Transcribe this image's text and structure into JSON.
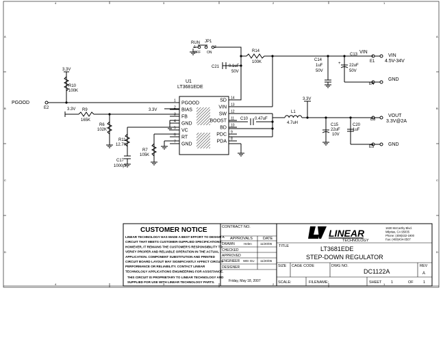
{
  "frame": {
    "top_ticks": [
      "4",
      "3",
      "2",
      "1"
    ],
    "bottom_ticks": [
      "4",
      "3",
      "2",
      "1"
    ],
    "left_marks": [
      "A",
      "B",
      "C",
      "D"
    ],
    "right_marks": [
      "A",
      "B",
      "C",
      "D"
    ]
  },
  "ic": {
    "ref": "U1",
    "part": "LT3681EDE",
    "left_pins": [
      {
        "num": "1",
        "name": "PGOOD"
      },
      {
        "num": "2",
        "name": "BIAS"
      },
      {
        "num": "3",
        "name": "FB"
      },
      {
        "num": "4",
        "name": "GND"
      },
      {
        "num": "5",
        "name": "VC"
      },
      {
        "num": "6",
        "name": "RT"
      },
      {
        "num": "7",
        "name": "GND"
      }
    ],
    "right_pins": [
      {
        "num": "14",
        "name": "SD"
      },
      {
        "num": "13",
        "name": "VIN"
      },
      {
        "num": "12",
        "name": "SW"
      },
      {
        "num": "11",
        "name": "BOOST"
      },
      {
        "num": "10",
        "name": "BD"
      },
      {
        "num": "9",
        "name": "PDC"
      },
      {
        "num": "8",
        "name": "PDA"
      }
    ]
  },
  "jumper": {
    "ref": "JP1",
    "net": "RUN",
    "pin1": "1",
    "pin3": "3",
    "off": "OFF",
    "on": "ON"
  },
  "components": {
    "r14": {
      "ref": "R14",
      "value": "100K"
    },
    "c21": {
      "ref": "C21",
      "value": "0.1uF",
      "voltage": "50V"
    },
    "c14": {
      "ref": "C14",
      "value": "1uF",
      "voltage": "50V"
    },
    "c13": {
      "ref": "C13",
      "value": "22uF",
      "voltage": "50V",
      "polarity": "+"
    },
    "r10": {
      "ref": "R10",
      "value": "100K"
    },
    "r9": {
      "ref": "R9",
      "value": "165K"
    },
    "r6": {
      "ref": "R6",
      "value": "102K"
    },
    "r11": {
      "ref": "R11",
      "value": "12.7K"
    },
    "r7": {
      "ref": "R7",
      "value": "105K"
    },
    "c17": {
      "ref": "C17",
      "value": "1000pF"
    },
    "c10": {
      "ref": "C10",
      "value": "0.47uF"
    },
    "l1": {
      "ref": "L1",
      "value": "4.7uH"
    },
    "c15": {
      "ref": "C15",
      "value": "22uF",
      "voltage": "10V"
    },
    "c20": {
      "ref": "C20",
      "value": "1uF"
    }
  },
  "nets": {
    "v33_r10": "3.3V",
    "v33_r9": "3.3V",
    "v33_bias": "3.3V",
    "v33_out": "3.3V",
    "pgood": "PGOOD",
    "e2": "E2"
  },
  "terminals": {
    "vin_net": "VIN",
    "vin_e1": "E1",
    "vin_label": "VIN",
    "vin_range": "4.5V-34V",
    "gnd_e4": "E4",
    "gnd1": "GND",
    "vout_e3": "E3",
    "vout_label": "VOUT",
    "vout_value": "3.3V@2A",
    "gnd_e5": "E5",
    "gnd2": "GND"
  },
  "title_block": {
    "notice_title": "CUSTOMER NOTICE",
    "notice_lines": [
      "LINEAR TECHNOLOGY HAS MADE A BEST EFFORT TO DESIGN A",
      "CIRCUIT THAT MEETS CUSTOMER-SUPPLIED SPECIFICATIONS;",
      "HOWEVER, IT REMAINS THE CUSTOMER'S RESPONSIBILITY TO",
      "VERIFY PROPER AND RELIABLE OPERATION IN THE ACTUAL",
      "APPLICATION. COMPONENT SUBSTITUTION AND PRINTED",
      "CIRCUIT BOARD LAYOUT MAY SIGNIFICANTLY AFFECT CIRCUIT",
      "PERFORMANCE OR RELIABILITY. CONTACT LINEAR",
      "TECHNOLOGY APPLICATIONS ENGINEERING FOR ASSISTANCE."
    ],
    "proprietary_lines": [
      "THIS CIRCUIT IS PROPRIETARY TO LINEAR TECHNOLOGY AND",
      "SUPPLIED FOR USE WITH LINEAR TECHNOLOGY PARTS."
    ],
    "contract_no": "CONTRACT NO.",
    "approvals": "APPROVALS",
    "date": "DATE",
    "drawn": "DRAWN",
    "drawn_by": "Helen",
    "drawn_date": "11/20/06",
    "checked": "CHECKED",
    "approved": "APPROVED",
    "engineer": "ENGINEER",
    "engineer_name": "WEI GU",
    "engineer_date": "11/20/06",
    "designer": "DESIGNER",
    "print_date": "Friday, May 18, 2007",
    "logo_word": "LINEAR",
    "logo_sub": "TECHNOLOGY",
    "address": [
      "1630 McCarthy Blvd.",
      "Milpitas, CA 95035",
      "Phone: (408)432-1900",
      "Fax: (408)434-0507"
    ],
    "title_label": "TITLE",
    "title_line1": "LT3681EDE",
    "title_line2": "STEP-DOWN REGULATOR",
    "size_label": "SIZE",
    "cage_label": "CAGE CODE",
    "dwg_label": "DWG NO.",
    "dwg_no": "DC1122A",
    "rev_label": "REV",
    "rev": "A",
    "scale_label": "SCALE:",
    "filename_label": "FILENAME:",
    "sheet_label": "SHEET",
    "sheet": "1",
    "of_label": "OF",
    "of": "1"
  },
  "colors": {
    "line": "#000000",
    "background": "#ffffff",
    "hatch": "#555555"
  }
}
